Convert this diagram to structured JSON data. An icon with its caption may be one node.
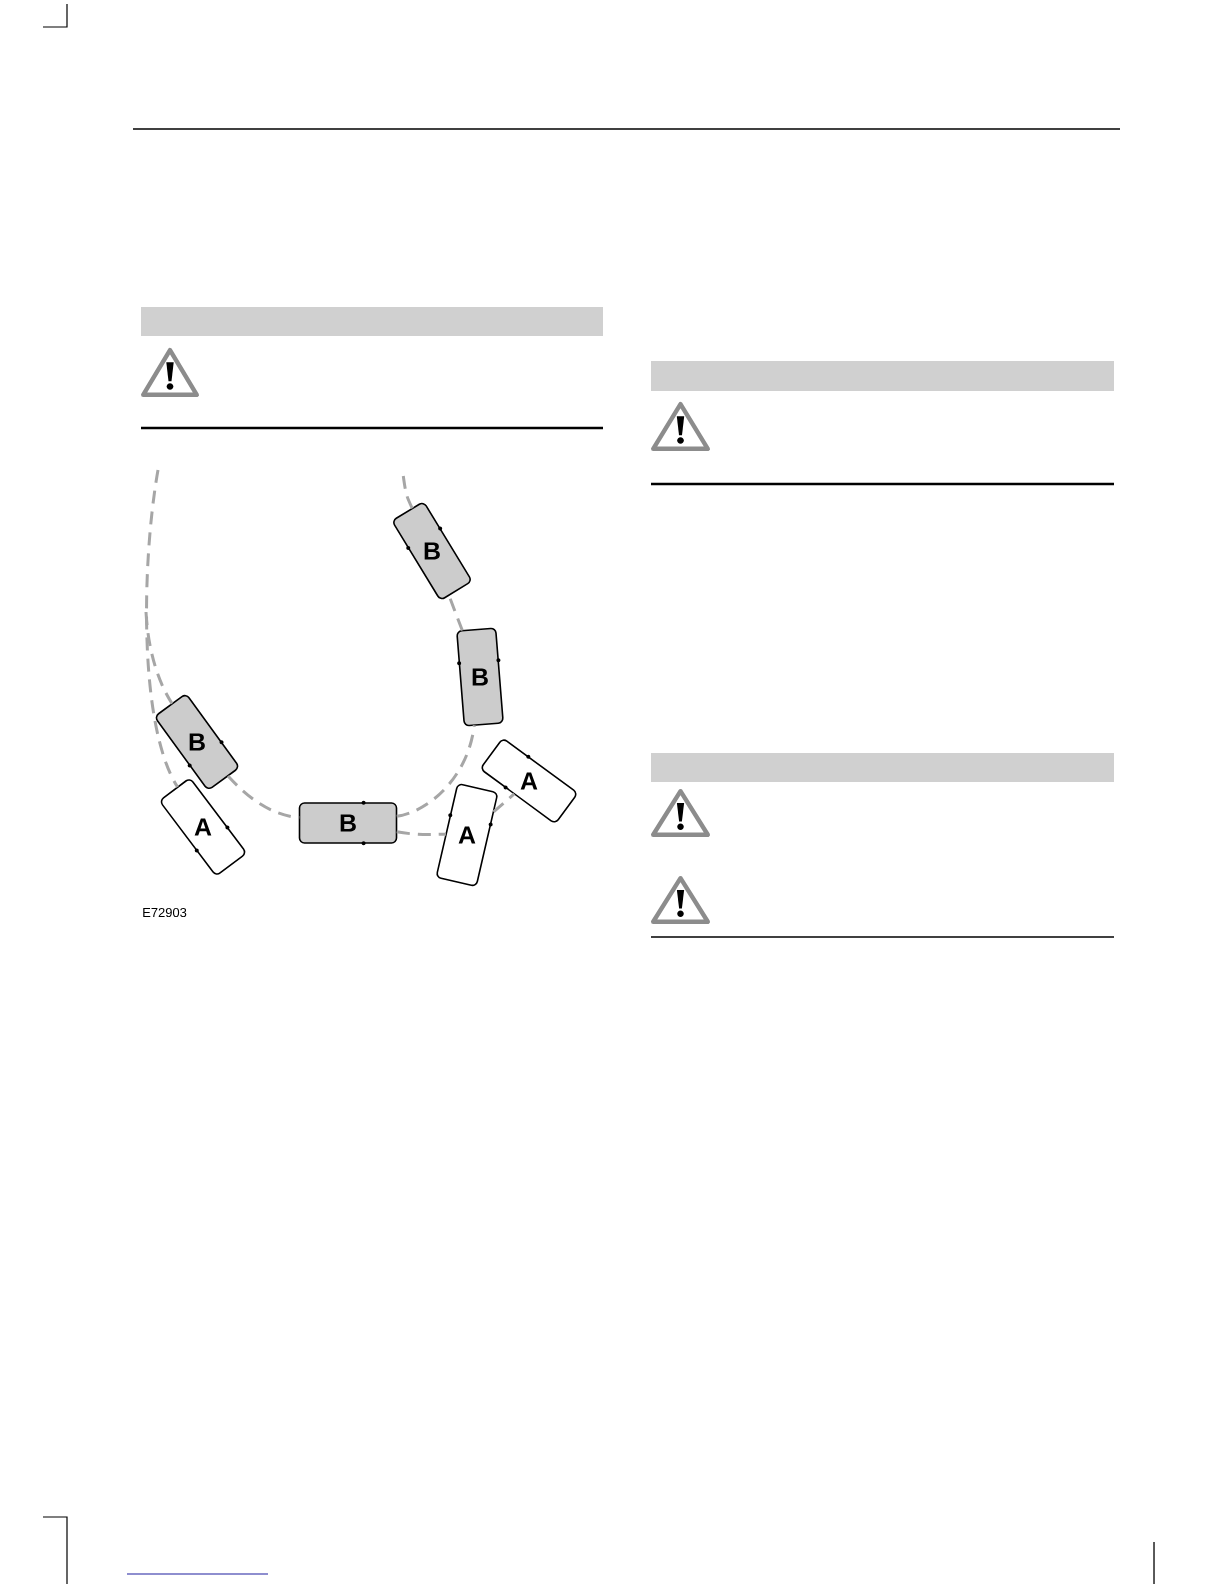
{
  "diagram": {
    "nodes": [
      {
        "text": [],
        "shape": "bar"
      },
      {
        "text": [
          "B"
        ]
      },
      {
        "text": [
          "B"
        ]
      },
      {
        "text": [
          "B"
        ]
      },
      {
        "text": [
          "A"
        ]
      },
      {
        "text": [
          "B"
        ]
      },
      {
        "text": [
          "A"
        ]
      },
      {
        "text": [
          "A"
        ]
      },
      {
        "text": [],
        "shape": "bar"
      },
      {
        "text": [],
        "shape": "bar"
      }
    ],
    "edges": [
      {
        "from": null,
        "to": 6,
        "arrow": "none",
        "style": "dashed"
      },
      {
        "from": null,
        "to": 3,
        "arrow": "none",
        "style": "dashed"
      },
      {
        "from": 3,
        "to": 5,
        "arrow": "none",
        "style": "dashed"
      },
      {
        "from": 5,
        "to": 2,
        "arrow": "none",
        "style": "dashed"
      },
      {
        "from": 2,
        "to": 1,
        "arrow": "none",
        "style": "dashed"
      },
      {
        "from": 1,
        "to": null,
        "arrow": "none",
        "style": "dashed"
      },
      {
        "from": 5,
        "to": 7,
        "arrow": "none",
        "style": "dashed"
      },
      {
        "from": 7,
        "to": 4,
        "arrow": "none",
        "style": "dashed"
      }
    ],
    "labels": [
      "E72903"
    ]
  }
}
